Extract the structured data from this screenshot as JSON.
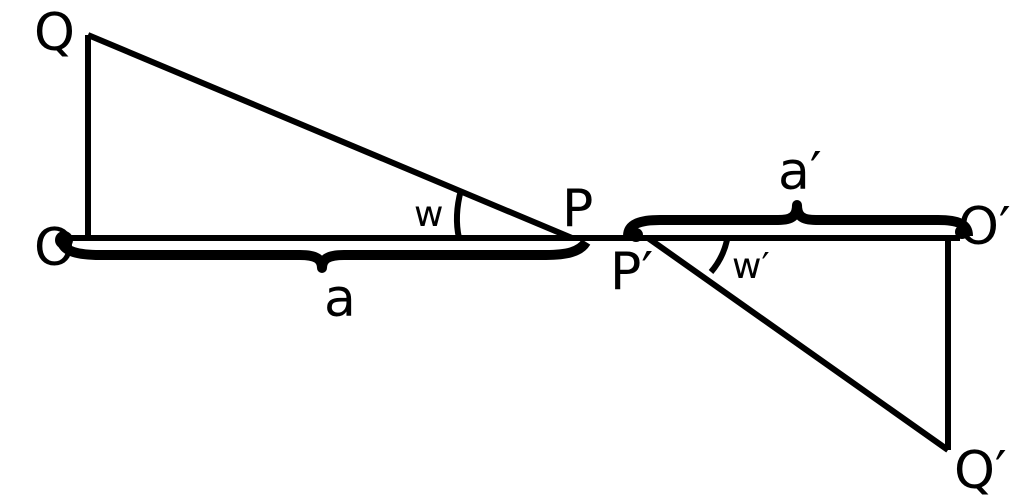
{
  "labels": {
    "Q": "Q",
    "O": "O",
    "P": "P",
    "w": "w",
    "a": "a",
    "P_prime": "P′",
    "O_prime": "O′",
    "Q_prime": "Q′",
    "w_prime": "w′",
    "a_prime": "a′"
  },
  "colors": {
    "stroke": "#000000",
    "background": "#ffffff"
  }
}
